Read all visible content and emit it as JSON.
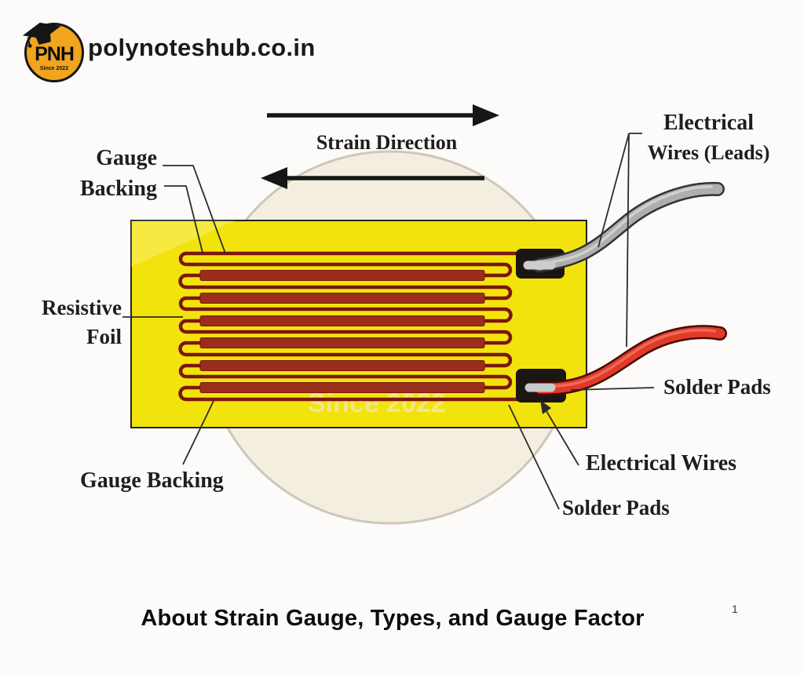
{
  "header": {
    "site_url": "polynoteshub.co.in",
    "logo_text": "PNH",
    "logo_since": "Since 2022"
  },
  "diagram": {
    "strain_direction": "Strain Direction",
    "gauge_backing_top": {
      "line1": "Gauge",
      "line2": "Backing"
    },
    "resistive_foil": {
      "line1": "Resistive",
      "line2": "Foil"
    },
    "gauge_backing_bottom": "Gauge Backing",
    "electrical_wires_leads": {
      "line1": "Electrical",
      "line2": "Wires (Leads)"
    },
    "solder_pads_right": "Solder Pads",
    "electrical_wires": "Electrical Wires",
    "solder_pads_bottom": "Solder Pads",
    "watermark_since": "Since 2022",
    "colors": {
      "backing_yellow": "#F3E30D",
      "foil_red": "#9B2D1C",
      "foil_outline": "#7A170D",
      "solder_pad_black": "#1B1613",
      "wire_gray": "#AFAEAC",
      "wire_red": "#E23A28",
      "logo_orange": "#F1A41E",
      "leader_line": "#2B2B2B",
      "arrow_black": "#161616"
    }
  },
  "footer": {
    "caption": "About Strain Gauge, Types, and Gauge Factor",
    "page_number": "1"
  }
}
